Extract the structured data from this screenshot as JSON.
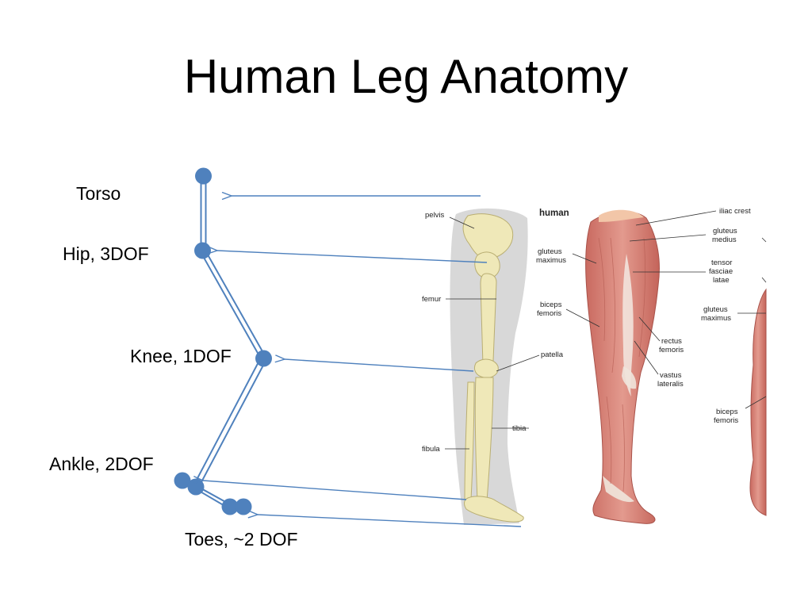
{
  "title": "Human Leg Anatomy",
  "joints": {
    "torso": "Torso",
    "hip": "Hip, 3DOF",
    "knee": "Knee, 1DOF",
    "ankle": "Ankle, 2DOF",
    "toes": "Toes, ~2 DOF"
  },
  "colors": {
    "joint": "#4f81bd",
    "link": "#4f81bd",
    "arrow": "#4f81bd",
    "bone": "#ede6b4",
    "muscle": "#d9857a",
    "silhouette": "#d6d6d6"
  },
  "figure": {
    "heading": "human",
    "skeleton_labels": {
      "pelvis": "pelvis",
      "femur": "femur",
      "patella": "patella",
      "tibia": "tibia",
      "fibula": "fibula"
    },
    "muscle_labels": {
      "gluteus_maximus_1": "gluteus maximus",
      "biceps_femoris_1": "biceps femoris",
      "iliac_crest": "iliac crest",
      "gluteus_medius": "gluteus medius",
      "tensor_fasciae_latae": "tensor fasciae latae",
      "rectus_femoris": "rectus femoris",
      "vastus_lateralis": "vastus lateralis",
      "gluteus_maximus_2": "gluteus maximus",
      "biceps_femoris_2": "biceps femoris"
    }
  }
}
